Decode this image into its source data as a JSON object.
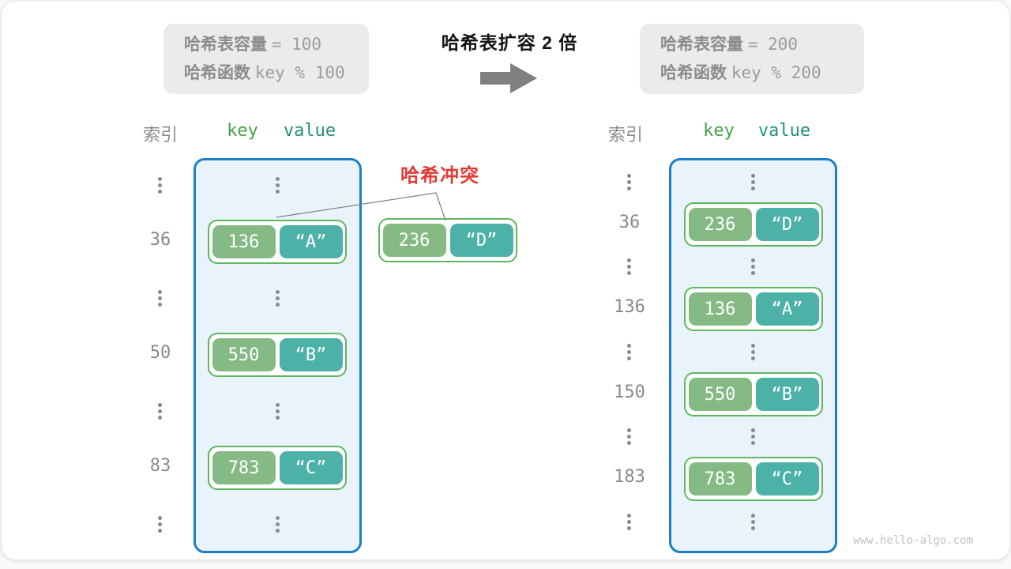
{
  "expand": {
    "title": "哈希表扩容 2 倍"
  },
  "collision": {
    "label": "哈希冲突",
    "pair": {
      "key": "236",
      "value": "“D”"
    }
  },
  "left_table": {
    "info": {
      "capacity_label": "哈希表容量",
      "capacity_value": "= 100",
      "hash_label": "哈希函数",
      "hash_value": "key % 100"
    },
    "headers": {
      "index": "索引",
      "key": "key",
      "value": "value"
    },
    "pairs": [
      {
        "index": "36",
        "key": "136",
        "value": "“A”"
      },
      {
        "index": "50",
        "key": "550",
        "value": "“B”"
      },
      {
        "index": "83",
        "key": "783",
        "value": "“C”"
      }
    ]
  },
  "right_table": {
    "info": {
      "capacity_label": "哈希表容量",
      "capacity_value": "= 200",
      "hash_label": "哈希函数",
      "hash_value": "key % 200"
    },
    "headers": {
      "index": "索引",
      "key": "key",
      "value": "value"
    },
    "pairs": [
      {
        "index": "36",
        "key": "236",
        "value": "“D”"
      },
      {
        "index": "136",
        "key": "136",
        "value": "“A”"
      },
      {
        "index": "150",
        "key": "550",
        "value": "“B”"
      },
      {
        "index": "183",
        "key": "783",
        "value": "“C”"
      }
    ]
  },
  "watermark": "www.hello-algo.com",
  "colors": {
    "table_border": "#1b7ec8",
    "table_fill": "#e9f3fb",
    "pair_border": "#5eb75e",
    "key_fill": "#85ba85",
    "value_fill": "#4cb2a8",
    "key_header": "#47a047",
    "value_header": "#238f7c",
    "collision_red": "#e23b35",
    "arrow_gray": "#808080",
    "infobox_fill": "#ebebeb"
  }
}
